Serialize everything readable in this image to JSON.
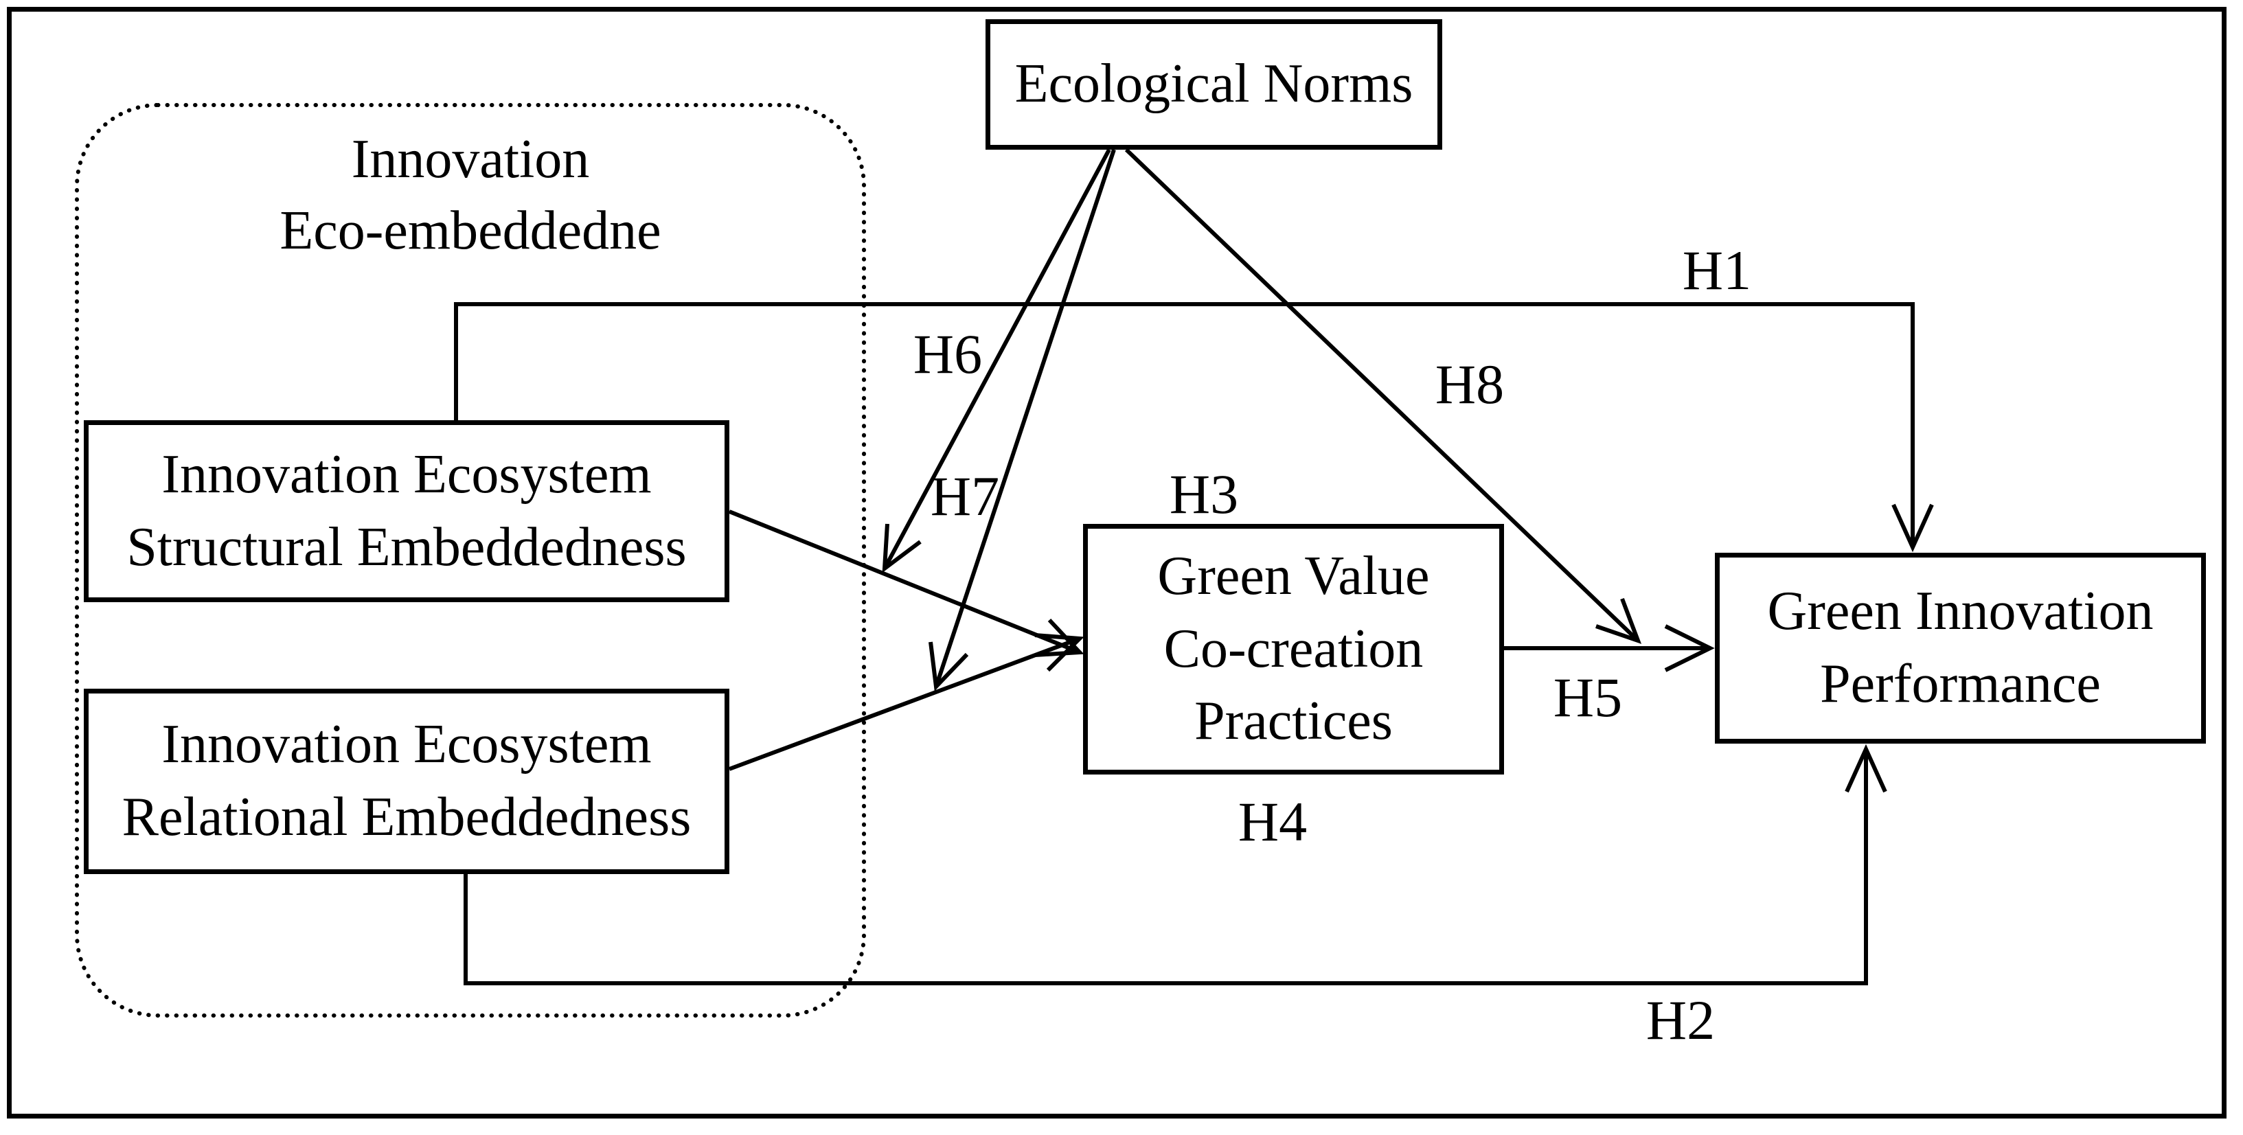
{
  "figure": {
    "group": {
      "label": "Innovation\nEco-embeddedne"
    },
    "boxes": {
      "ecological_norms": {
        "label": "Ecological Norms"
      },
      "structural": {
        "label": "Innovation Ecosystem\nStructural Embeddedness"
      },
      "relational": {
        "label": "Innovation Ecosystem\nRelational Embeddedness"
      },
      "green_value": {
        "label": "Green Value\nCo-creation\nPractices"
      },
      "green_innovation": {
        "label": "Green Innovation\nPerformance"
      }
    },
    "hypotheses": {
      "h1": {
        "label": "H1"
      },
      "h2": {
        "label": "H2"
      },
      "h3": {
        "label": "H3"
      },
      "h4": {
        "label": "H4"
      },
      "h5": {
        "label": "H5"
      },
      "h6": {
        "label": "H6"
      },
      "h7": {
        "label": "H7"
      },
      "h8": {
        "label": "H8"
      }
    },
    "colors": {
      "ink": "#000000",
      "background": "#ffffff"
    }
  }
}
